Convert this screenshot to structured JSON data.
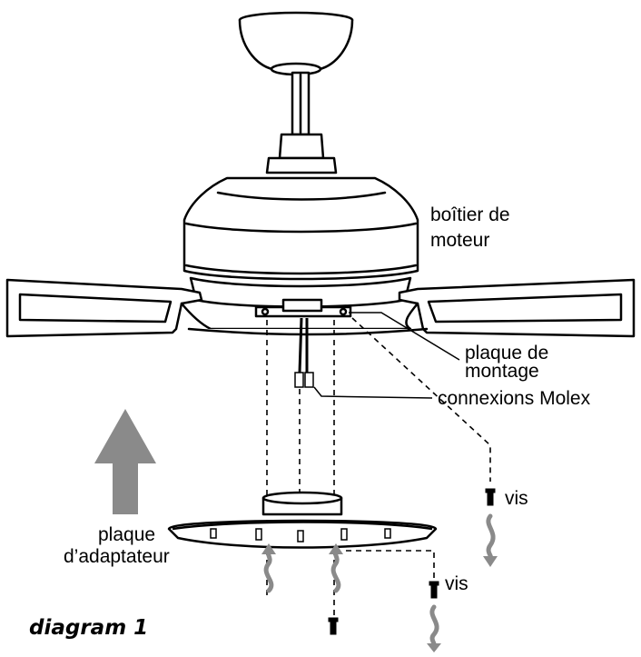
{
  "labels": {
    "motor_housing_line1": "boîtier de",
    "motor_housing_line2": "moteur",
    "mounting_plate_line1": "plaque de",
    "mounting_plate_line2": "montage",
    "molex": "connexions Molex",
    "screw_right": "vis",
    "screw_bottom": "vis",
    "adapter_line1": "plaque",
    "adapter_line2": "d’adaptateur"
  },
  "caption": "diagram 1",
  "colors": {
    "line": "#000000",
    "arrow": "#8a8a8a",
    "fill": "#ffffff"
  }
}
